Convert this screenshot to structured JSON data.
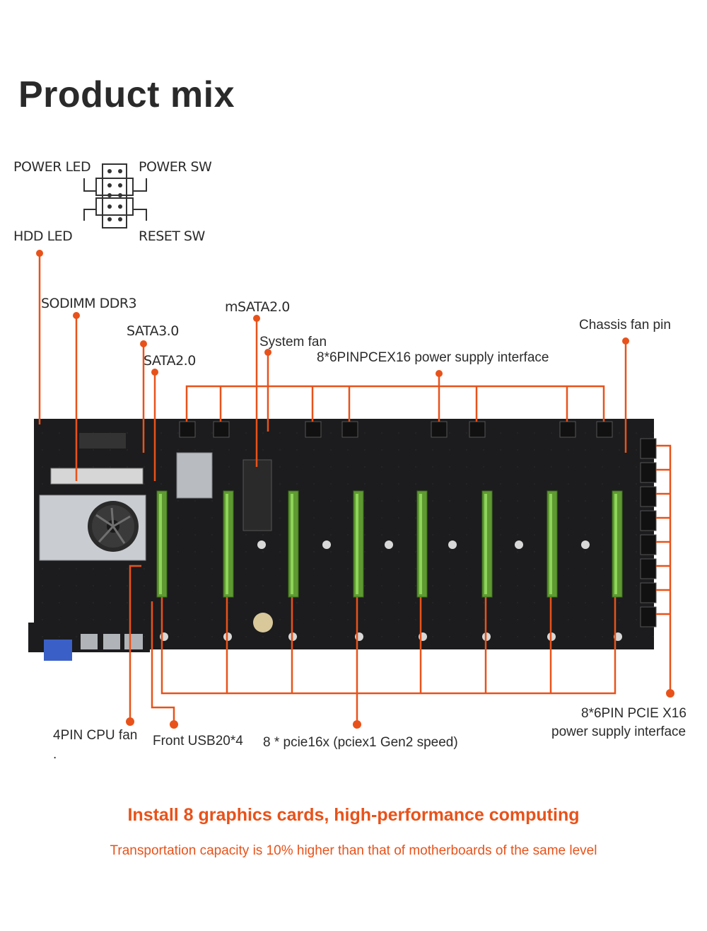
{
  "title": "Product mix",
  "panel_header": {
    "power_led": "POWER LED",
    "power_sw": "POWER SW",
    "hdd_led": "HDD  LED",
    "reset_sw": "RESET SW"
  },
  "callouts": {
    "sodimm": "SODIMM DDR3",
    "msata": "mSATA2.0",
    "sata3": "SATA3.0",
    "sata2": "SATA2.0",
    "system_fan": "System fan",
    "pcie_power_top": "8*6PINPCEX16 power supply interface",
    "chassis_fan": "Chassis fan pin",
    "cpu_fan": "4PIN CPU fan",
    "cpu_fan_dot": ".",
    "front_usb": "Front USB20*4",
    "pcie_slots": "8 * pcie16x (pciex1 Gen2 speed)",
    "pcie_power_right_1": "8*6PIN PCIE X16",
    "pcie_power_right_2": "power supply interface"
  },
  "headline": "Install 8 graphics cards, high-performance computing",
  "subline": "Transportation capacity is 10% higher than that of motherboards of the same level",
  "colors": {
    "accent": "#e8521a",
    "board": "#1c1c1e",
    "slot": "#6aa83a"
  }
}
